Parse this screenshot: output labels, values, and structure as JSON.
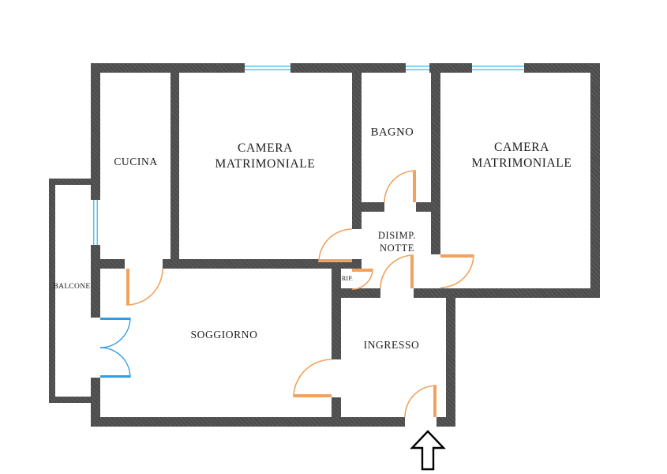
{
  "floorplan": {
    "colors": {
      "wall": "#4d4d4d",
      "door": "#f2a25e",
      "window": "#55c6e8",
      "balcony_door": "#2f9ce8"
    },
    "rooms": {
      "cucina": {
        "label": "CUCINA"
      },
      "camera_matrimoniale_1": {
        "label": "CAMERA MATRIMONIALE"
      },
      "bagno": {
        "label": "BAGNO"
      },
      "camera_matrimoniale_2": {
        "label": "CAMERA MATRIMONIALE"
      },
      "disimpegno_notte": {
        "label": "DISIMP. NOTTE"
      },
      "ripostiglio": {
        "label": "RIP."
      },
      "soggiorno": {
        "label": "SOGGIORNO"
      },
      "ingresso": {
        "label": "INGRESSO"
      },
      "balcone": {
        "label": "BALCONE"
      }
    },
    "entrance_arrow": "up-arrow-icon"
  }
}
